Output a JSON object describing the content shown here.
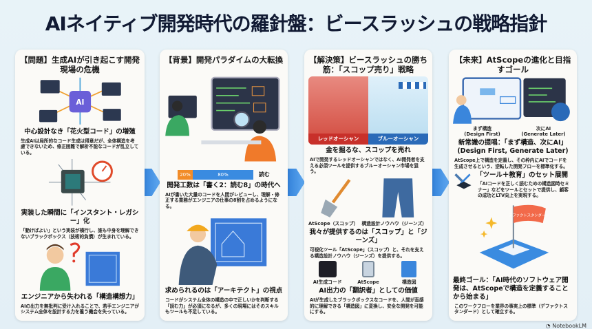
{
  "title": "AIネイティブ開発時代の羅針盤：ビースラッシュの戦略指針",
  "colors": {
    "accent": "#2f7ed8",
    "orange": "#f28c28",
    "red": "#d9443a"
  },
  "cards": [
    {
      "title": "【問題】生成AIが引き起こす開発現場の危機",
      "sections": [
        {
          "heading": "中心設計なき「花火型コード」の増殖",
          "body": "生成AIは局所的なコード生成は得意だが、全体構造を考慮できないため、修正困難で解析不能なコードが乱立している。",
          "image_label": "AI"
        },
        {
          "heading": "実装した瞬間に「インスタント・レガシー」化",
          "body": "「動けばよい」という実装が横行し、誰も中身を理解できないブラックボックス（技術的負債）が生まれている。"
        },
        {
          "heading": "エンジニアから失われる「構造構想力」",
          "body": "AIの出力を無批判に受け入れることで、若手エンジニアがシステム全体を設計する力を養う機会を失っている。"
        }
      ]
    },
    {
      "title": "【背景】開発パラダイムの大転換",
      "bar": {
        "write_percent": 20,
        "read_percent": 80,
        "write_label": "20%",
        "read_label": "80%",
        "side_label": "読む"
      },
      "sections": [
        {
          "heading": "開発工数は「書く2：読む8」の時代へ",
          "body": "AIが書いた大量のコードを人間がレビューし、理解・修正する業務がエンジニアの仕事の8割を占めるようになる。"
        },
        {
          "heading": "求められるのは「アーキテクト」の視点",
          "body": "コードがシステム全体の構造の中で正しいかを判断する「読む力」が必須になるが、多くの現場にはそのスキルもツールも不足している。"
        }
      ]
    },
    {
      "title": "【解決策】ビースラッシュの勝ち筋：「スコップ売り」戦略",
      "ocean_labels": [
        "レッドオーシャン",
        "ブルーオーシャン"
      ],
      "tool_labels": [
        "AtScope（スコップ）",
        "構造設計ノウハウ（ジーンズ）"
      ],
      "flow_labels": [
        "AI生成コード",
        "AtScope",
        "構造図"
      ],
      "sections": [
        {
          "heading": "金を掘るな、スコップを売れ",
          "body": "AIで開発するレッドオーシャンではなく、AI開発者を支える必須ツールを提供するブルーオーシャン市場を狙う。"
        },
        {
          "heading": "我々が提供するのは「スコップ」と「ジーンズ」",
          "body": "可視化ツール「AtScope」（スコップ）と、それを支える構造設計ノウハウ（ジーンズ）を提供する。"
        },
        {
          "heading": "AI出力の「翻訳者」としての価値",
          "body": "AIが生成したブラックボックスなコードを、人間が直感的に理解できる「構造図」に変換し、安全な開発を可能にする。"
        }
      ]
    },
    {
      "title": "【未来】AtScopeの進化と目指すゴール",
      "step_labels": [
        "まず構造\n(Design First)",
        "次にAI\n(Generate Later)"
      ],
      "flag_label": "デファクトスタンダード",
      "sections": [
        {
          "heading": "新常識の提唱：「まず構造、次にAI」(Design First, Generate Later)",
          "body": "AtScope上で構造を定義し、その枠内にAIでコードを生成させるという、逆転した開発フローを標準化する。"
        },
        {
          "heading": "「ツール＋教育」のセット展開",
          "body": "「AIコードを正しく読むための構造図時セミナー」などをツールとセットで提供し、顧客の成功とLTV向上を実現する。"
        },
        {
          "heading": "最終ゴール：「AI時代のソフトウェア開発は、AtScopeで構造を定義することから始まる」",
          "body": "このワークフローを業界の事実上の標準（デファクトスタンダード）として確立する。"
        }
      ]
    }
  ],
  "footer": "NotebookLM"
}
